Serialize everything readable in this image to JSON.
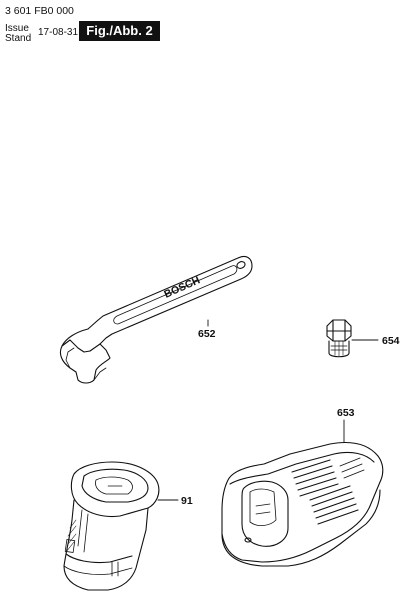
{
  "header": {
    "doc_number": "3 601 FB0 000",
    "issue_label": "Issue",
    "stand_label": "Stand",
    "date": "17-08-31",
    "figure_label": "Fig./Abb. 2"
  },
  "parts": {
    "wrench": {
      "number": "652",
      "brand": "BOSCH"
    },
    "collet_nut": {
      "number": "654"
    },
    "charger": {
      "number": "653"
    },
    "battery": {
      "number": "91"
    }
  }
}
